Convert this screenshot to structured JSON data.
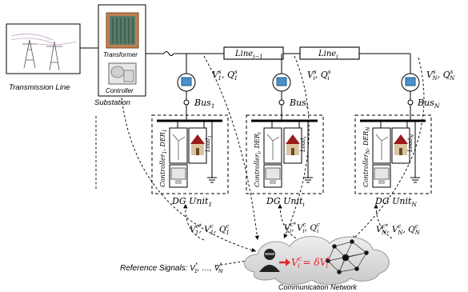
{
  "transmission": {
    "label": "Transmission Line"
  },
  "substation": {
    "label": "Substation",
    "transformer_label": "Transformer",
    "controller_label": "Controller"
  },
  "lines": {
    "line_prev": "Line",
    "line_prev_sub": "i−1",
    "line_i": "Line",
    "line_i_sub": "i"
  },
  "buses": [
    {
      "base": "Bus",
      "sub": "1"
    },
    {
      "base": "Bus",
      "sub": "i"
    },
    {
      "base": "Bus",
      "sub": "N"
    }
  ],
  "measurements": [
    {
      "v": "V",
      "vsub": "1",
      "q": "Q",
      "qsub": "1",
      "sup": "s"
    },
    {
      "v": "V",
      "vsub": "i",
      "q": "Q",
      "qsub": "i",
      "sup": "s"
    },
    {
      "v": "V",
      "vsub": "N",
      "q": "Q",
      "qsub": "N",
      "sup": "s"
    }
  ],
  "units": [
    {
      "base": "DG Unit",
      "sub": "1",
      "controller": "Controller",
      "csub": "1",
      "der": "DER",
      "dsub": "1",
      "load": "Load",
      "lsub": "1"
    },
    {
      "base": "DG Unit",
      "sub": "i",
      "controller": "Controller",
      "csub": "i",
      "der": "DER",
      "dsub": "i",
      "load": "Load",
      "lsub": "i"
    },
    {
      "base": "DG Unit",
      "sub": "N",
      "controller": "Controller",
      "csub": "N",
      "der": "DER",
      "dsub": "N",
      "load": "Load",
      "lsub": "N"
    }
  ],
  "control_signals": [
    {
      "v1": "V",
      "s1": "1",
      "sup1": "c*",
      "v2": "V",
      "s2": "1",
      "sup2": "c",
      "q": "Q",
      "qs": "1",
      "qsup": "c"
    },
    {
      "v1": "V",
      "s1": "i",
      "sup1": "c*",
      "v2": "V",
      "s2": "i",
      "sup2": "c",
      "q": "Q",
      "qs": "i",
      "qsup": "c"
    },
    {
      "v1": "V",
      "s1": "N",
      "sup1": "c*",
      "v2": "V",
      "s2": "N",
      "sup2": "c",
      "q": "Q",
      "qs": "N",
      "qsup": "c"
    }
  ],
  "attack": {
    "lhs": "V",
    "lhs_sub": "i",
    "lhs_sup": "c",
    "eq": " = δV",
    "rhs_sub": "i",
    "rhs_sup": "s"
  },
  "reference": {
    "prefix": "Reference Signals: ",
    "v1": "V",
    "s1": "1",
    "sup": "*",
    "mid": ", …, ",
    "vN": "V",
    "sN": "N"
  },
  "network": {
    "label": "Communication Network"
  },
  "colors": {
    "line": "#000000",
    "box": "#333333",
    "attack_red": "#e8232a",
    "cloud": "#d9d9d9",
    "meter": "#4a90c8"
  }
}
